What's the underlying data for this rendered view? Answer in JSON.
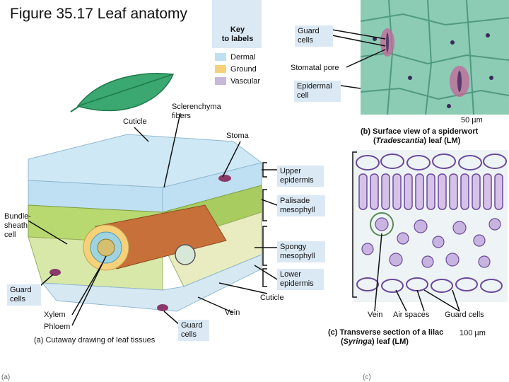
{
  "figure": {
    "title": "Figure 35.17 Leaf anatomy"
  },
  "key": {
    "heading_line1": "Key",
    "heading_line2": "to labels",
    "items": [
      {
        "label": "Dermal",
        "color": "#bfe0f2"
      },
      {
        "label": "Ground",
        "color": "#f5d27a"
      },
      {
        "label": "Vascular",
        "color": "#c7b7d8"
      }
    ]
  },
  "labels": {
    "guard_cells_top_l1": "Guard",
    "guard_cells_top_l2": "cells",
    "stomatal_pore": "Stomatal pore",
    "epidermal_cell_l1": "Epidermal",
    "epidermal_cell_l2": "cell",
    "scale_50": "50 µm",
    "caption_b_l1": "(b) Surface view of a spiderwort",
    "caption_b_l2_pre": "(",
    "caption_b_l2_italic": "Tradescantia",
    "caption_b_l2_post": ") leaf (LM)",
    "cuticle_top": "Cuticle",
    "sclerenchyma_l1": "Sclerenchyma",
    "sclerenchyma_l2": "fibers",
    "stoma": "Stoma",
    "upper_epidermis_l1": "Upper",
    "upper_epidermis_l2": "epidermis",
    "palisade_l1": "Palisade",
    "palisade_l2": "mesophyll",
    "bundle_sheath_l1": "Bundle-",
    "bundle_sheath_l2": "sheath",
    "bundle_sheath_l3": "cell",
    "spongy_l1": "Spongy",
    "spongy_l2": "mesophyll",
    "lower_epidermis_l1": "Lower",
    "lower_epidermis_l2": "epidermis",
    "cuticle_bottom": "Cuticle",
    "guard_cells_left_l1": "Guard",
    "guard_cells_left_l2": "cells",
    "vein_center": "Vein",
    "xylem": "Xylem",
    "phloem": "Phloem",
    "guard_cells_bottom_l1": "Guard",
    "guard_cells_bottom_l2": "cells",
    "caption_a": "(a) Cutaway drawing of leaf tissues",
    "vein_c": "Vein",
    "air_spaces": "Air spaces",
    "guard_cells_c": "Guard cells",
    "caption_c_l1": "(c) Transverse section of a lilac",
    "caption_c_l2_pre": "(",
    "caption_c_l2_italic": "Syringa",
    "caption_c_l2_post": ") leaf (LM)",
    "scale_100": "100 µm",
    "panel_a_mark": "(a)",
    "panel_c_mark": "(c)"
  },
  "colors": {
    "label_box": "#dbe9f5",
    "micrograph_b": "#7cc2a8",
    "micrograph_c": "#e8f0f5",
    "stain_purple": "#6a4a9a",
    "epidermis": "#bfe0f2",
    "mesophyll": "#b8d870",
    "vein": "#c8703a",
    "leaf_green": "#3aa870"
  }
}
